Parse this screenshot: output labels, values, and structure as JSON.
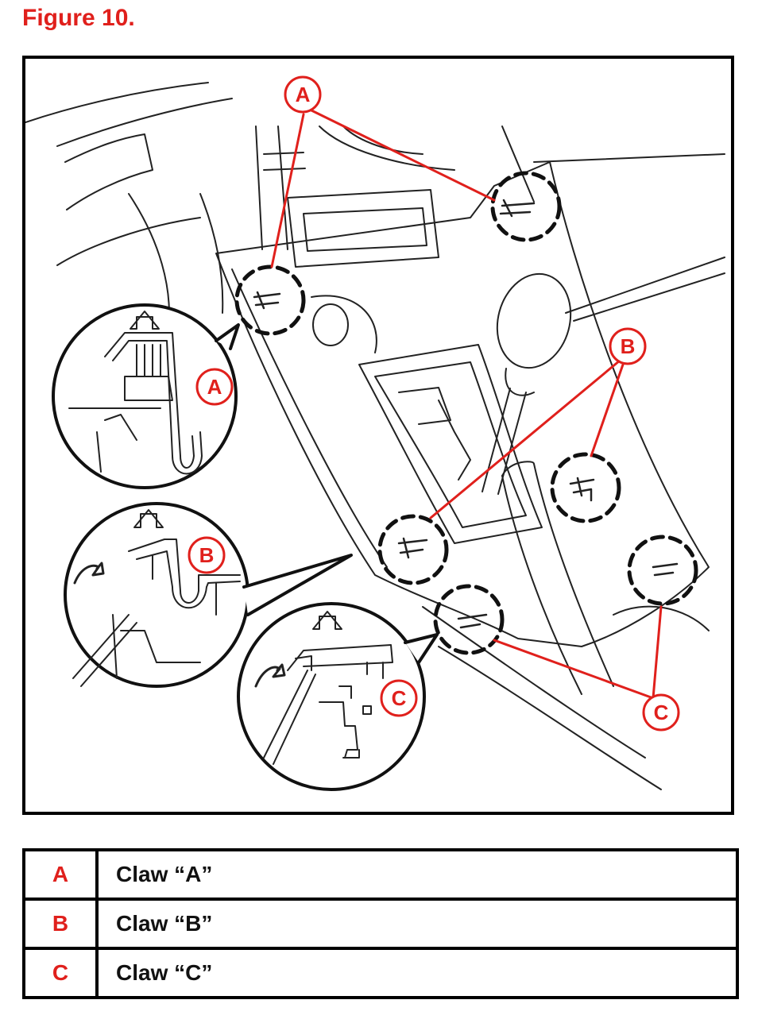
{
  "figure": {
    "title": "Figure 10.",
    "accent_color": "#e0201c",
    "callouts": [
      "A",
      "B",
      "C"
    ]
  },
  "legend": [
    {
      "key": "A",
      "desc": "Claw “A”"
    },
    {
      "key": "B",
      "desc": "Claw “B”"
    },
    {
      "key": "C",
      "desc": "Claw “C”"
    }
  ]
}
